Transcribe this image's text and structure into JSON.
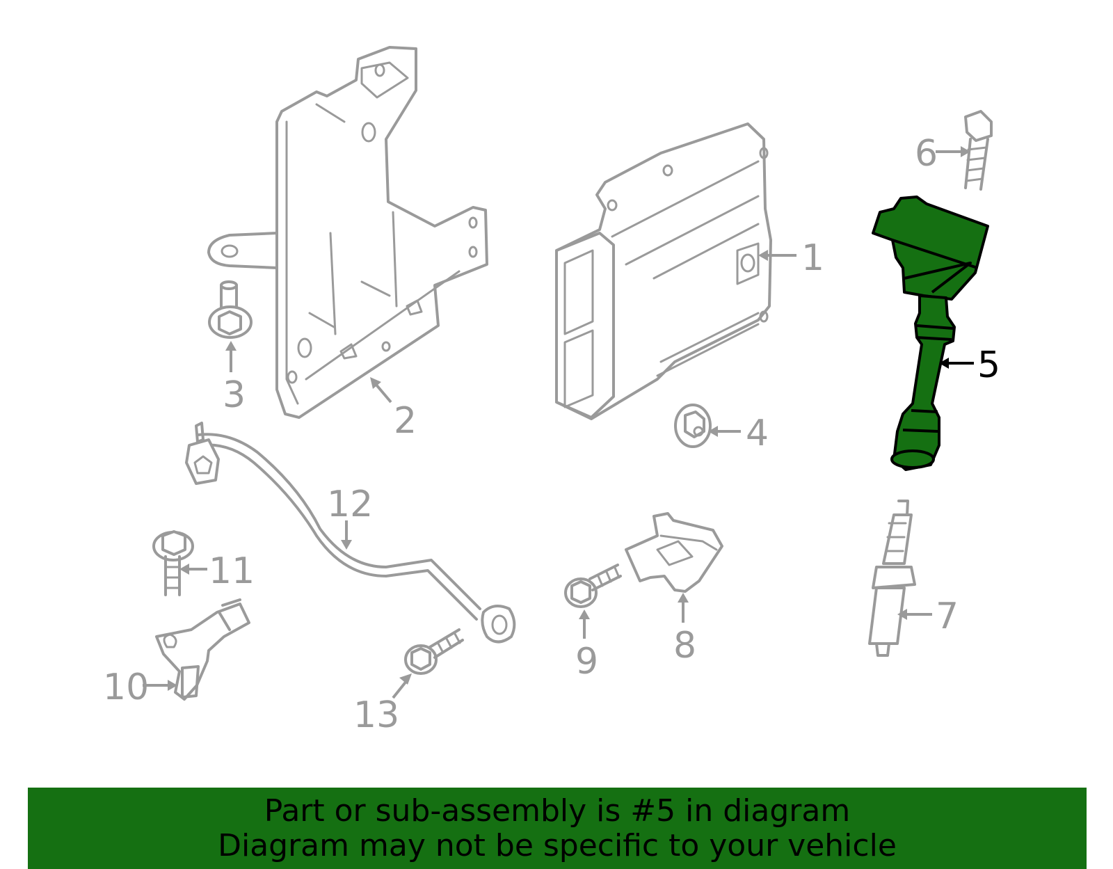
{
  "diagram": {
    "callouts": [
      "1",
      "2",
      "3",
      "4",
      "5",
      "6",
      "7",
      "8",
      "9",
      "10",
      "11",
      "12",
      "13"
    ],
    "highlight_callout": "5",
    "colors": {
      "line": "#9a9a9a",
      "highlight_fill": "#157012",
      "highlight_stroke": "#000000",
      "background": "#ffffff"
    }
  },
  "banner": {
    "line1": "Part or sub-assembly is #5 in diagram",
    "line2": "Diagram may not be specific to your vehicle",
    "color": "#157012"
  }
}
